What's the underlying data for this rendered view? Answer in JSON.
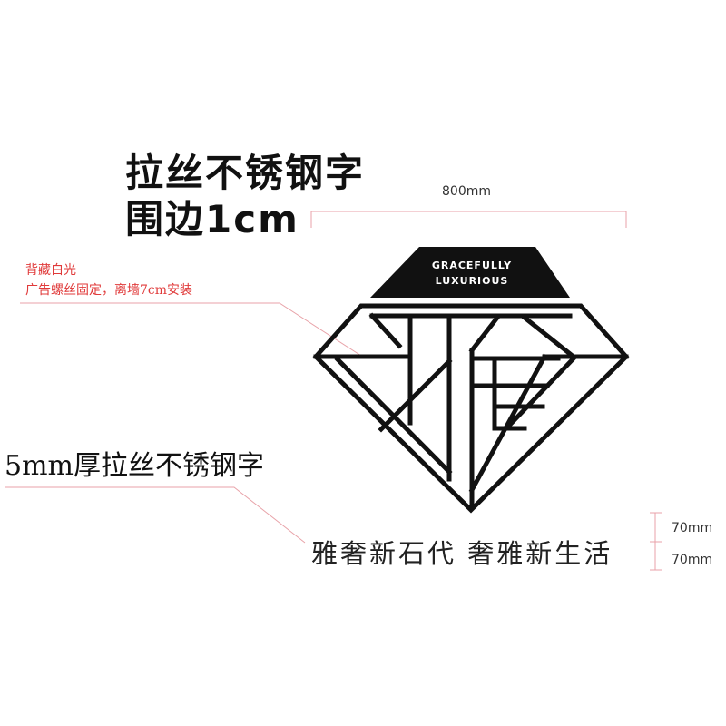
{
  "title": {
    "line1": "拉丝不锈钢字",
    "line2": "围边1cm"
  },
  "dimension_width": "800mm",
  "note": {
    "line1": "背藏白光",
    "line2": "广告螺丝固定，离墙7cm安装"
  },
  "material_label": "5mm厚拉丝不锈钢字",
  "logo": {
    "banner_line1": "GRACEFULLY",
    "banner_line2": "LUXURIOUS",
    "mark_character": "雅"
  },
  "slogan": "雅奢新石代 奢雅新生活",
  "dimension_height": [
    "70mm",
    "70mm"
  ],
  "colors": {
    "text": "#111111",
    "annotation": "#e03a3a",
    "leader": "#e8a2a8",
    "logo": "#111111"
  }
}
